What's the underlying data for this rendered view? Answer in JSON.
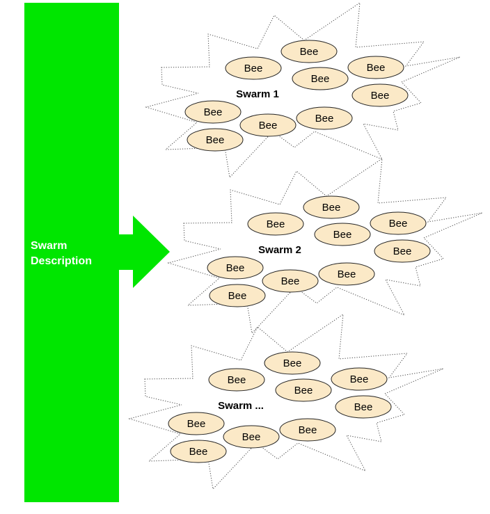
{
  "description_bar": {
    "line1": "Swarm",
    "line2": "Description",
    "color": "#00e600"
  },
  "bee_label": "Bee",
  "bee_fill": "#fbe9c7",
  "swarms": [
    {
      "label": "Swarm 1"
    },
    {
      "label": "Swarm 2"
    },
    {
      "label": "Swarm ..."
    }
  ]
}
